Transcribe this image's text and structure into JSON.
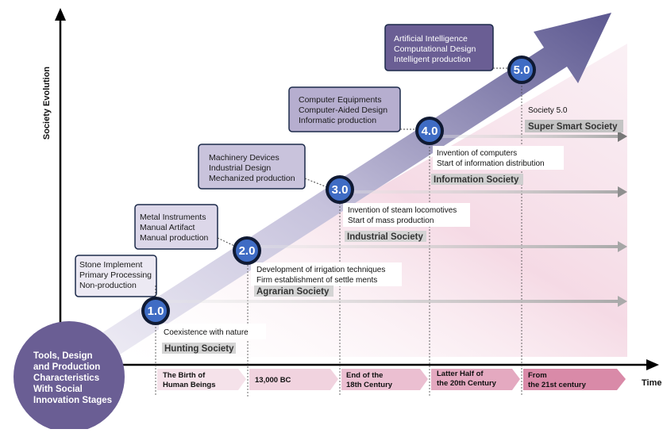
{
  "axes": {
    "y_label": "Society Evolution",
    "x_label": "Time"
  },
  "corner_circle": {
    "lines": [
      "Tools, Design",
      "and Production",
      "Characteristics",
      "With Social",
      "Innovation Stages"
    ]
  },
  "stages": [
    {
      "node": "1.0",
      "tools": [
        "Stone Implement",
        "Primary Processing",
        "Non-production"
      ],
      "events": [
        "Coexistence with nature"
      ],
      "society": "Hunting Society",
      "era": [
        "The Birth of",
        "Human Beings"
      ]
    },
    {
      "node": "2.0",
      "tools": [
        "Metal Instruments",
        "Manual Artifact",
        "Manual production"
      ],
      "events": [
        "Development of irrigation techniques",
        "Firm establishment of settle ments"
      ],
      "society": "Agrarian Society",
      "era": [
        "13,000 BC"
      ]
    },
    {
      "node": "3.0",
      "tools": [
        "Machinery Devices",
        "Industrial Design",
        "Mechanized production"
      ],
      "events": [
        "Invention of steam locomotives",
        "Start of mass production"
      ],
      "society": "Industrial Society",
      "era": [
        "End of the",
        "18th Century"
      ]
    },
    {
      "node": "4.0",
      "tools": [
        "Computer Equipments",
        "Computer-Aided Design",
        "Informatic production"
      ],
      "events": [
        "Invention of computers",
        "Start of information distribution"
      ],
      "society": "Information Society",
      "era": [
        "Latter Half of",
        "the 20th Century"
      ]
    },
    {
      "node": "5.0",
      "tools": [
        "Artificial Intelligence",
        "Computational Design",
        "Intelligent production"
      ],
      "events": [
        "Society 5.0"
      ],
      "society": "Super Smart Society",
      "era": [
        "From",
        "the 21st century"
      ]
    }
  ],
  "colors": {
    "navy": "#1c2a4a",
    "node_blue": "#3f6cc4",
    "top_box": "#6a5e94",
    "box_fill": "#d9d4e6",
    "arrow_dark": "#5c5890",
    "band_grey": "#c8c8c8",
    "era_pink": "#d98aa8"
  }
}
